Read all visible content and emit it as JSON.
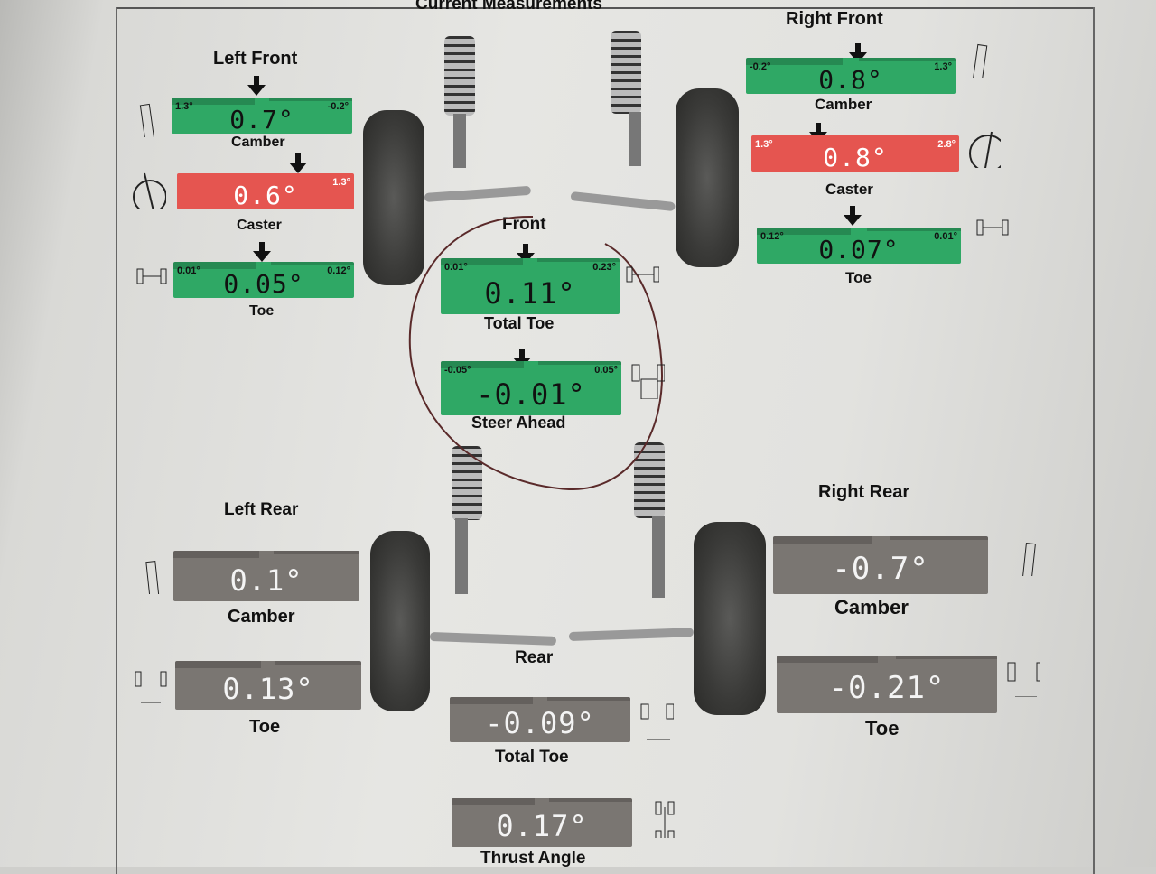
{
  "title": "Current Measurements",
  "front_label": "Front",
  "rear_label": "Rear",
  "left_front": {
    "heading": "Left Front",
    "camber": {
      "label": "Camber",
      "value": "0.7°",
      "min": "1.3°",
      "max": "-0.2°",
      "status": "green"
    },
    "caster": {
      "label": "Caster",
      "value": "0.6°",
      "max": "1.3°",
      "status": "red"
    },
    "toe": {
      "label": "Toe",
      "value": "0.05°",
      "min": "0.01°",
      "max": "0.12°",
      "status": "green"
    }
  },
  "right_front": {
    "heading": "Right Front",
    "camber": {
      "label": "Camber",
      "value": "0.8°",
      "min": "-0.2°",
      "max": "1.3°",
      "status": "green"
    },
    "caster": {
      "label": "Caster",
      "value": "0.8°",
      "min": "1.3°",
      "max": "2.8°",
      "status": "red"
    },
    "toe": {
      "label": "Toe",
      "value": "0.07°",
      "min": "0.12°",
      "max": "0.01°",
      "status": "green"
    }
  },
  "front_total_toe": {
    "label": "Total Toe",
    "value": "0.11°",
    "min": "0.01°",
    "max": "0.23°",
    "status": "green"
  },
  "steer_ahead": {
    "label": "Steer Ahead",
    "value": "-0.01°",
    "min": "-0.05°",
    "max": "0.05°",
    "status": "green"
  },
  "left_rear": {
    "heading": "Left Rear",
    "camber": {
      "label": "Camber",
      "value": "0.1°"
    },
    "toe": {
      "label": "Toe",
      "value": "0.13°"
    }
  },
  "right_rear": {
    "heading": "Right Rear",
    "camber": {
      "label": "Camber",
      "value": "-0.7°"
    },
    "toe": {
      "label": "Toe",
      "value": "-0.21°"
    }
  },
  "rear_total_toe": {
    "label": "Total Toe",
    "value": "-0.09°"
  },
  "thrust_angle": {
    "label": "Thrust Angle",
    "value": "0.17°"
  },
  "colors": {
    "green": "#2fa865",
    "red": "#e55550",
    "gray": "#7a7672"
  }
}
